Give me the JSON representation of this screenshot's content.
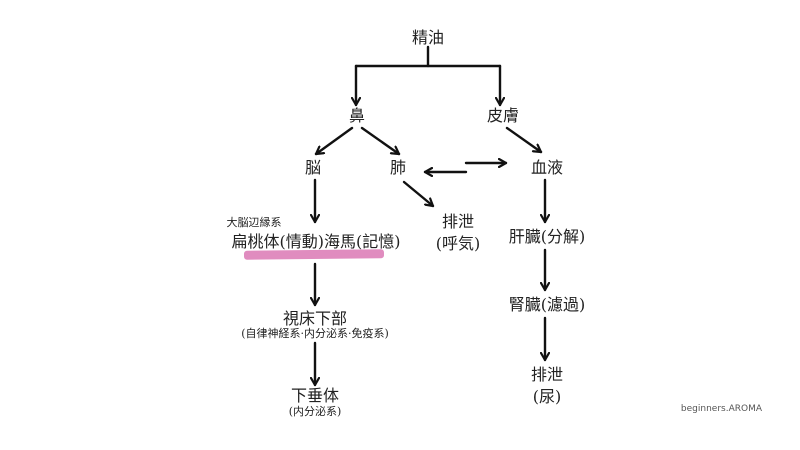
{
  "diagram": {
    "root": "精油",
    "nose": "鼻",
    "skin": "皮膚",
    "brain": "脳",
    "lungs": "肺",
    "blood": "血液",
    "limbic": "大脳辺縁系",
    "amygdala_hippocampus": "扁桃体(情動)海馬(記憶)",
    "exhale": "排泄",
    "exhale_sub": "(呼気)",
    "liver": "肝臓(分解)",
    "hypothalamus": "視床下部",
    "hypothalamus_sub": "(自律神経系·内分泌系·免疫系)",
    "kidney": "腎臓(濾過)",
    "urine": "排泄",
    "urine_sub": "(尿)",
    "pituitary": "下垂体",
    "pituitary_sub": "(内分泌系)"
  },
  "highlight_color": "#d666aa",
  "brand": "beginners.AROMA"
}
